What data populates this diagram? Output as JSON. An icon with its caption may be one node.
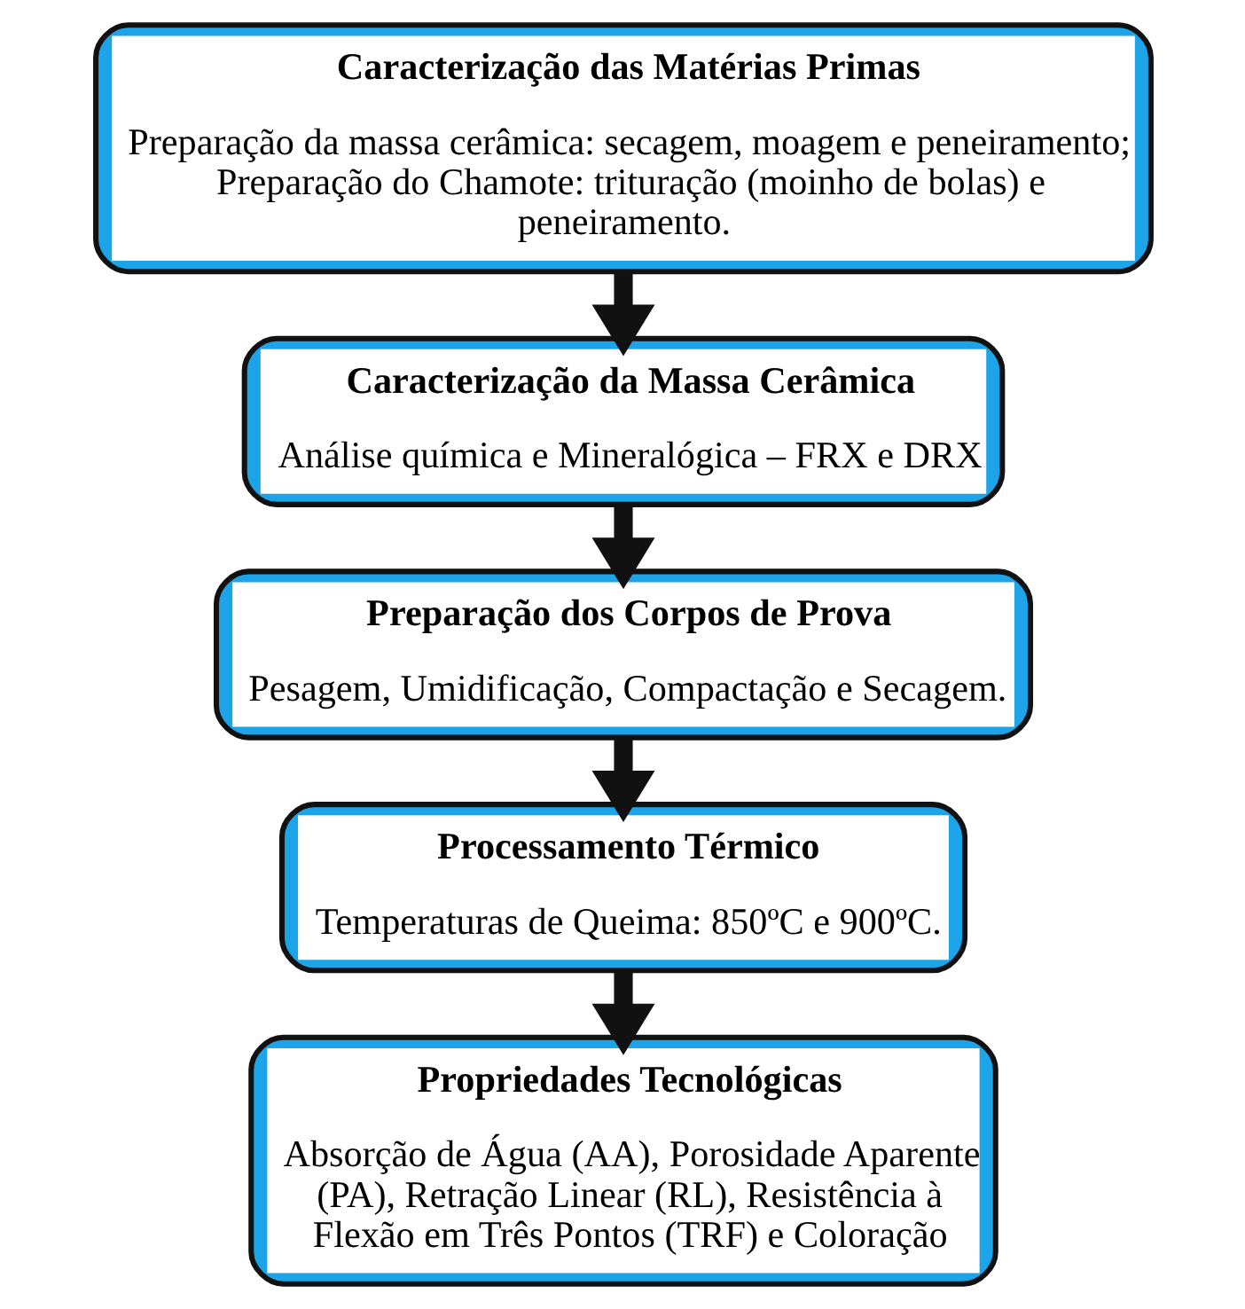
{
  "diagram": {
    "nodes": [
      {
        "text": [
          "Caracterização das Matérias Primas",
          "Preparação da massa cerâmica: secagem, moagem e peneiramento; Preparação do Chamote: trituração (moinho de bolas) e peneiramento."
        ]
      },
      {
        "text": [
          "Caracterização da Massa Cerâmica",
          "Análise química e Mineralógica – FRX e DRX"
        ]
      },
      {
        "text": [
          "Preparação dos Corpos de Prova",
          "Pesagem, Umidificação, Compactação e Secagem."
        ]
      },
      {
        "text": [
          "Processamento Térmico",
          "Temperaturas de Queima: 850ºC e 900ºC."
        ]
      },
      {
        "text": [
          "Propriedades Tecnológicas",
          "Absorção de Água (AA), Porosidade Aparente (PA), Retração Linear (RL), Resistência à Flexão em Três Pontos (TRF) e Coloração"
        ]
      }
    ],
    "edges": [
      {
        "from": 0,
        "to": 1,
        "arrow": "to"
      },
      {
        "from": 1,
        "to": 2,
        "arrow": "to"
      },
      {
        "from": 2,
        "to": 3,
        "arrow": "to"
      },
      {
        "from": 3,
        "to": 4,
        "arrow": "to"
      }
    ]
  }
}
